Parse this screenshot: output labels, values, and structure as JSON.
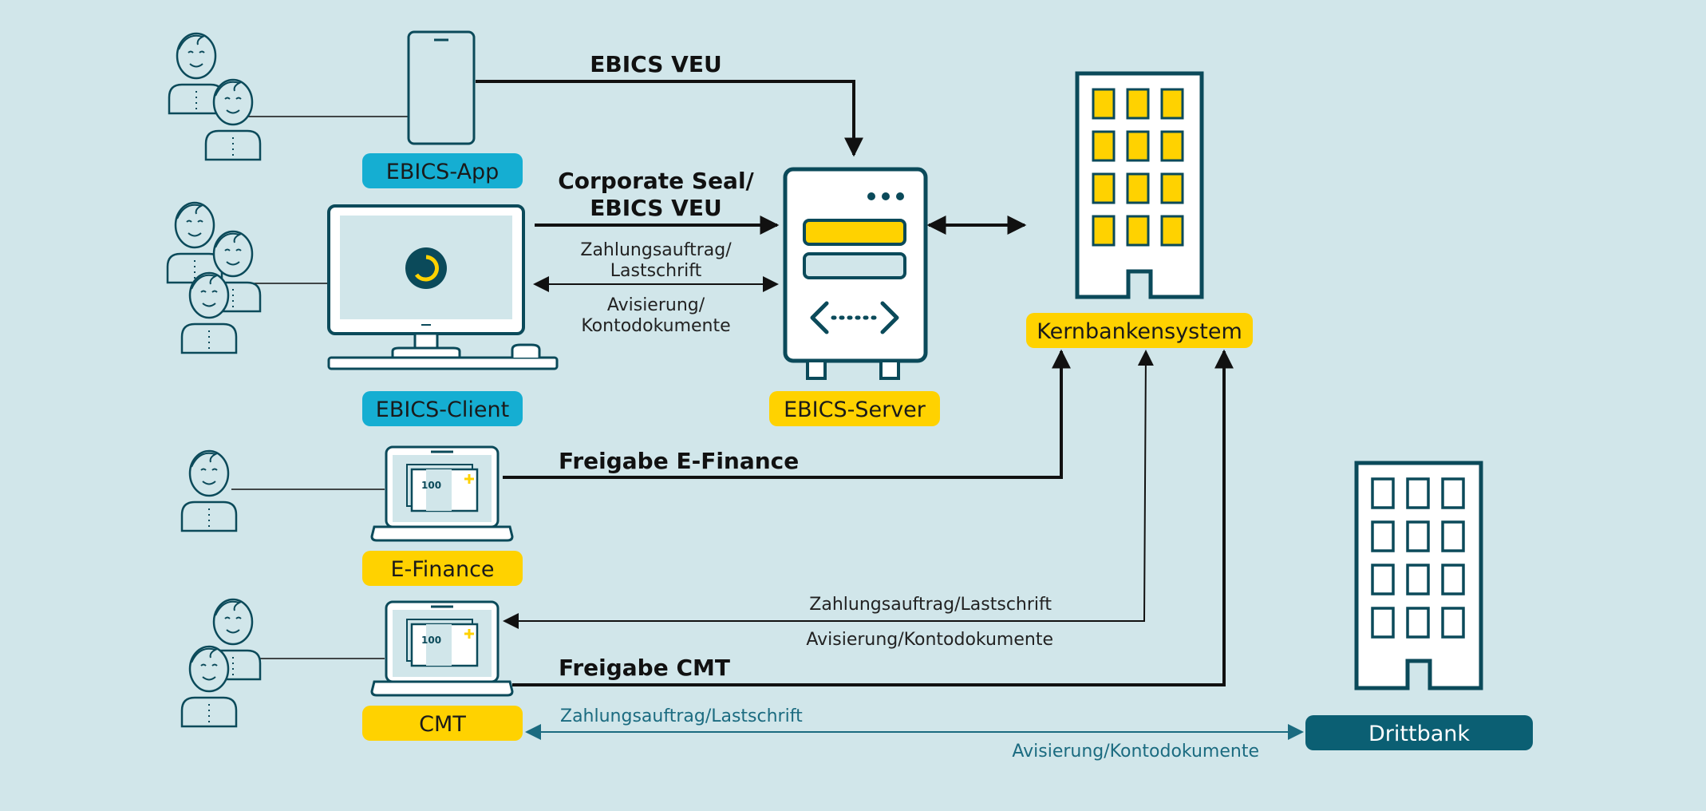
{
  "labels": {
    "ebics_app": "EBICS-App",
    "ebics_client": "EBICS-Client",
    "ebics_server": "EBICS-Server",
    "kernbankensystem": "Kernbankensystem",
    "e_finance": "E-Finance",
    "cmt": "CMT",
    "drittbank": "Drittbank"
  },
  "flows": {
    "ebics_veu": "EBICS VEU",
    "corporate_seal_1": "Corporate Seal/",
    "corporate_seal_2": "EBICS VEU",
    "client_payment_1": "Zahlungsauftrag/",
    "client_payment_2": "Lastschrift",
    "client_advice_1": "Avisierung/",
    "client_advice_2": "Kontodokumente",
    "freigabe_efinance": "Freigabe E-Finance",
    "cmt_payment": "Zahlungsauftrag/Lastschrift",
    "cmt_advice": "Avisierung/Kontodokumente",
    "freigabe_cmt": "Freigabe CMT",
    "drittbank_payment": "Zahlungsauftrag/Lastschrift",
    "drittbank_advice": "Avisierung/Kontodokumente"
  },
  "device_text": {
    "banknote_value": "100"
  },
  "colors": {
    "background": "#d1e6ea",
    "dark_teal": "#0b4a5a",
    "cyan_label": "#15aed2",
    "yellow_label": "#ffd200",
    "drittbank_label": "#0b5f73",
    "teal_text": "#1b6b80",
    "line": "#111111"
  }
}
